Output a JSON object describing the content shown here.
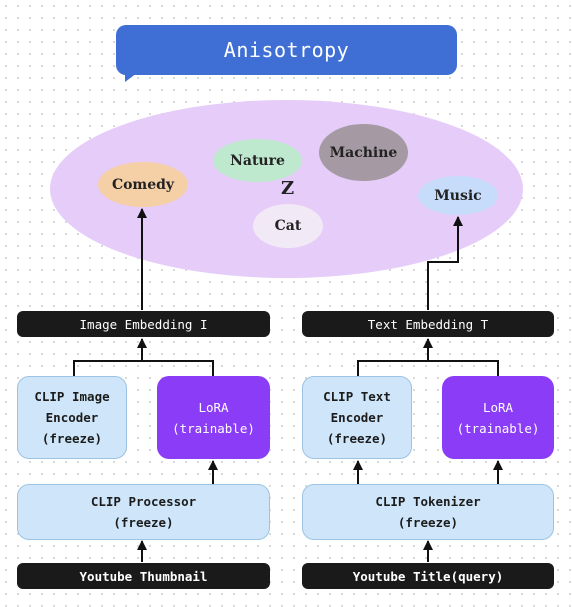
{
  "title": "Anisotropy",
  "embedding_space": {
    "topics": [
      {
        "label": "Comedy",
        "color": "#f5cfa6"
      },
      {
        "label": "Nature",
        "color": "#bfe9cf"
      },
      {
        "label": "Machine",
        "color": "#a59aa3"
      },
      {
        "label": "Cat",
        "color": "#f2e9f6"
      },
      {
        "label": "Music",
        "color": "#c7dcfa"
      }
    ],
    "z_label": "Z"
  },
  "image_branch": {
    "embedding_label": "Image Embedding I",
    "encoder_label": "CLIP Image\nEncoder\n(freeze)",
    "lora_label": "LoRA\n(trainable)",
    "processor_label": "CLIP Processor\n(freeze)",
    "input_label": "Youtube Thumbnail"
  },
  "text_branch": {
    "embedding_label": "Text Embedding T",
    "encoder_label": "CLIP Text\nEncoder\n(freeze)",
    "lora_label": "LoRA\n(trainable)",
    "tokenizer_label": "CLIP Tokenizer\n(freeze)",
    "input_label": "Youtube Title(query)"
  },
  "colors": {
    "title_bg": "#3f6fd4",
    "cloud": "#e5ccf9",
    "dark_bar": "#1a1a1a",
    "frozen_box": "#cfe6fa",
    "trainable_box": "#8a3cf6"
  }
}
